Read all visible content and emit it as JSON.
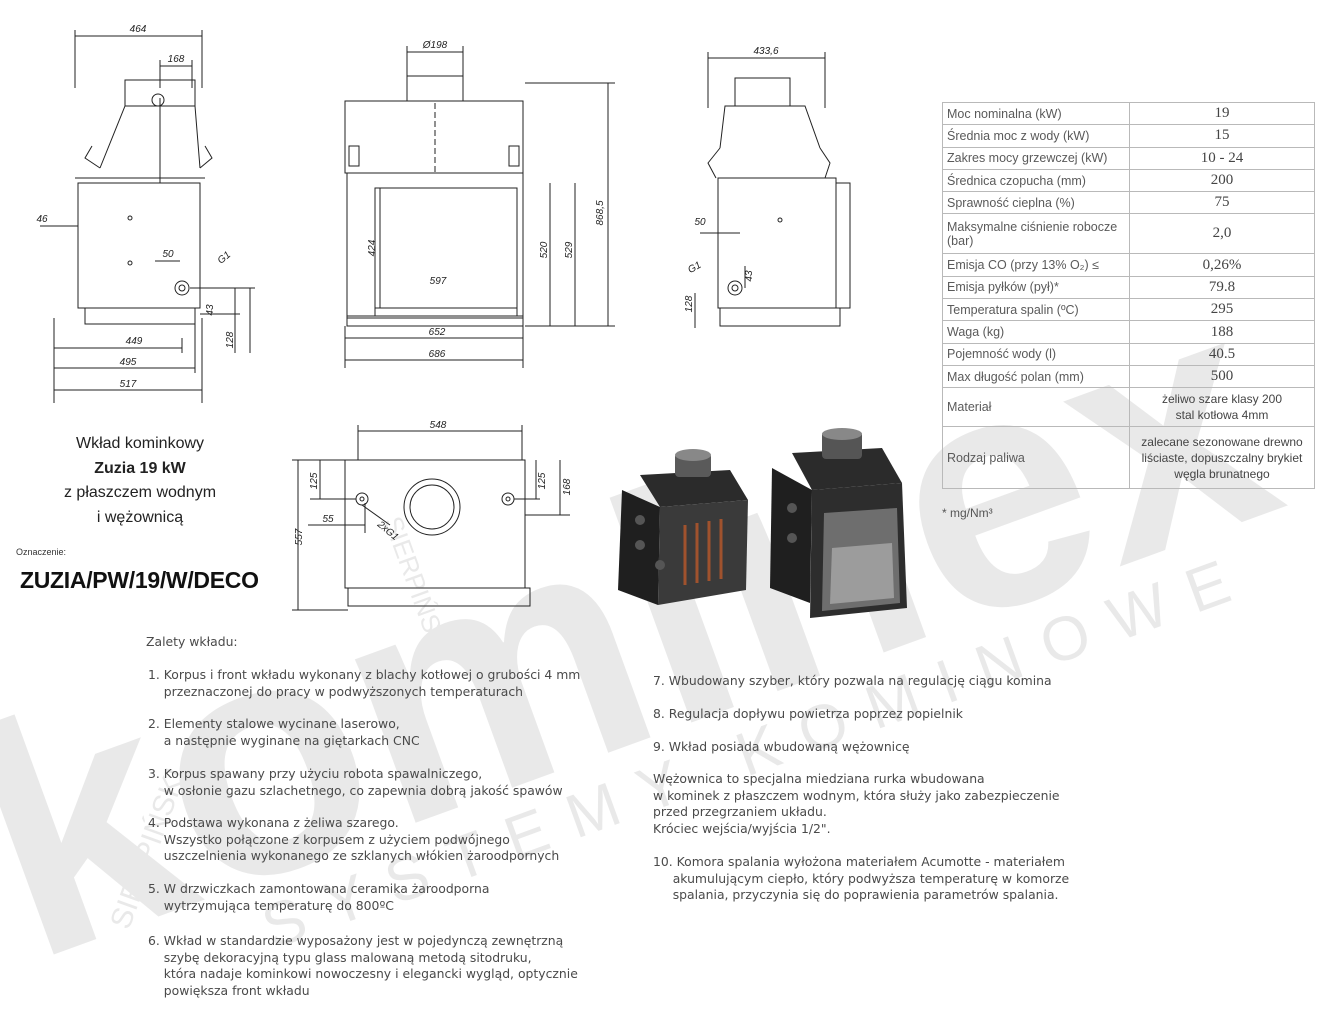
{
  "title": {
    "line1": "Wkład kominkowy",
    "line2": "Zuzia 19 kW",
    "line3": "z płaszczem wodnym",
    "line4": "i wężownicą"
  },
  "designation_label": "Oznaczenie:",
  "designation_code": "ZUZIA/PW/19/W/DECO",
  "drawing_dims": {
    "side": [
      "464",
      "168",
      "46",
      "50",
      "G1",
      "43",
      "128",
      "449",
      "495",
      "517"
    ],
    "front": [
      "Ø198",
      "868,5",
      "424",
      "520",
      "529",
      "597",
      "652",
      "686"
    ],
    "right": [
      "433,6",
      "50",
      "G1",
      "43",
      "128"
    ],
    "top": [
      "548",
      "125",
      "125",
      "168",
      "55",
      "2xG1",
      "557"
    ]
  },
  "specs": [
    {
      "label": "Moc nominalna (kW)",
      "value": "19"
    },
    {
      "label": "Średnia moc z wody (kW)",
      "value": "15"
    },
    {
      "label": "Zakres mocy grzewczej (kW)",
      "value": "10 - 24"
    },
    {
      "label": "Średnica czopucha (mm)",
      "value": "200"
    },
    {
      "label": "Sprawność cieplna (%)",
      "value": "75"
    },
    {
      "label": "Maksymalne ciśnienie robocze (bar)",
      "value": "2,0"
    },
    {
      "label": "Emisja CO (przy 13% O₂) ≤",
      "value": "0,26%"
    },
    {
      "label": "Emisja pyłków (pył)*",
      "value": "79.8"
    },
    {
      "label": "Temperatura spalin (ºC)",
      "value": "295"
    },
    {
      "label": "Waga (kg)",
      "value": "188"
    },
    {
      "label": "Pojemność wody (l)",
      "value": "40.5"
    },
    {
      "label": "Max długość polan (mm)",
      "value": "500"
    },
    {
      "label": "Materiał",
      "value": "żeliwo szare klasy 200\nstal kotłowa 4mm"
    },
    {
      "label": "Rodzaj paliwa",
      "value": "zalecane sezonowane drewno\nliściaste, dopuszczalny brykiet\nwęgla brunatnego"
    }
  ],
  "footnote": "* mg/Nm³",
  "advantages": {
    "heading": "Zalety wkładu:",
    "items": [
      "1. Korpus i front wkładu wykonany z blachy kotłowej o grubości 4 mm\n    przeznaczonej do pracy w podwyższonych temperaturach",
      "2. Elementy stalowe wycinane laserowo,\n    a następnie wyginane na giętarkach CNC",
      "3. Korpus spawany przy użyciu robota spawalniczego,\n    w osłonie gazu szlachetnego, co zapewnia dobrą jakość spawów",
      "4. Podstawa wykonana z żeliwa szarego.\n    Wszystko połączone z korpusem z użyciem podwójnego\n    uszczelnienia wykonanego ze szklanych włókien żaroodpornych",
      "5. W drzwiczkach zamontowana ceramika żaroodporna\n    wytrzymująca temperaturę do 800ºC",
      "6. Wkład w standardzie wyposażony jest w pojedynczą zewnętrzną\n    szybę dekoracyjną typu glass malowaną metodą sitodruku,\n    która nadaje kominkowi nowoczesny i elegancki wygląd, optycznie\n    powiększa front wkładu",
      "7. Wbudowany szyber, który pozwala na regulację ciągu komina",
      "8. Regulacja dopływu powietrza poprzez popielnik",
      "9. Wkład posiada wbudowaną wężownicę",
      "Wężownica to specjalna miedziana rurka wbudowana\nw kominek z płaszczem wodnym, która służy jako zabezpieczenie\nprzed przegrzaniem układu.\nKróciec wejścia/wyjścia 1/2\".",
      "10. Komora spalania wyłożona materiałem Acumotte - materiałem\n     akumulującym ciepło, który podwyższa temperaturę w komorze\n     spalania, przyczynia się do poprawienia parametrów spalania."
    ]
  },
  "watermark": {
    "brand": "kominex",
    "sub": "SYSTEMY KOMINOWE",
    "small": "SIERPIŃSKI"
  }
}
